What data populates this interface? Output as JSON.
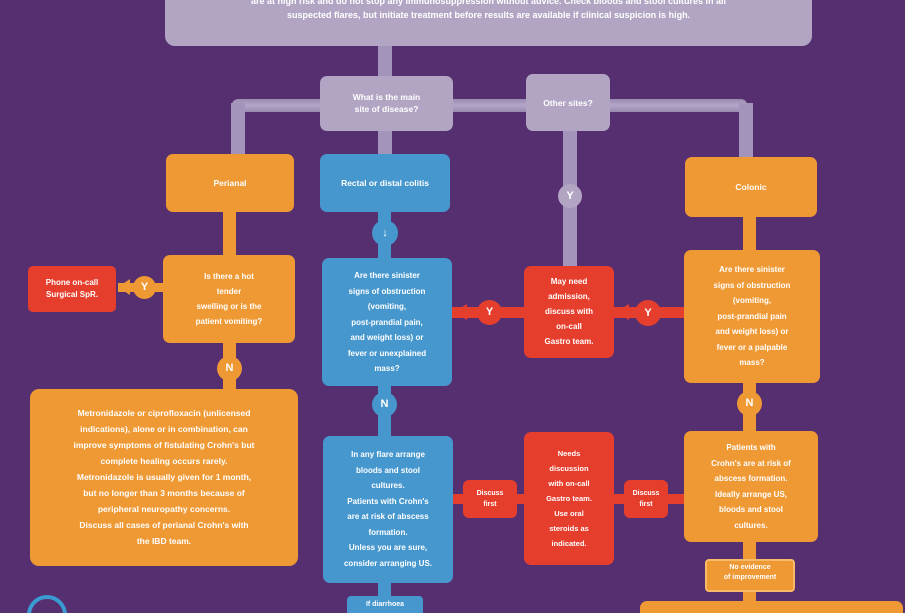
{
  "colors": {
    "background": "#562f70",
    "grey_node": "#b2a5c3",
    "connector": "#a294ba",
    "orange_node": "#ef9934",
    "blue_node": "#4697cd",
    "red_node": "#e63e2d"
  },
  "banner": {
    "text": "are at high risk and do not stop any immunosuppression without advice. Check bloods and stool cultures in all\nsuspected flares, but initiate treatment before results are available if clinical suspicion is high."
  },
  "nodes": {
    "q_site": "What is the main\nsite of disease?",
    "other_sites": "Other sites?",
    "perianal": "Perianal",
    "rectal": "Rectal or distal colitis",
    "colonic": "Colonic",
    "phone_surg": "Phone on-call\nSurgical SpR.",
    "q_perianal": "Is there a hot\ntender\nswelling or is the\npatient vomiting?",
    "q_rectal": "Are there sinister\nsigns of obstruction\n(vomiting,\npost-prandial pain,\nand weight loss) or\nfever or unexplained\nmass?",
    "admission": "May need\nadmission,\ndiscuss with\non-call\nGastro team.",
    "q_colonic": "Are there sinister\nsigns of obstruction\n(vomiting,\npost-prandial pain\nand weight loss) or\nfever or a palpable\nmass?",
    "perianal_tx": "Metronidazole or ciprofloxacin (unlicensed\nindications), alone or in combination, can\nimprove symptoms of fistulating Crohn's but\ncomplete healing occurs rarely.\nMetronidazole is usually given for 1 month,\nbut no longer than 3 months because of\nperipheral neuropathy concerns.\nDiscuss all cases of perianal Crohn's with\nthe IBD team.",
    "rectal_tx": "In any flare arrange\nbloods and stool\ncultures.\nPatients with Crohn's\nare at risk of abscess\nformation.\nUnless you are sure,\nconsider arranging US.",
    "gastro_needs": "Needs\ndiscussion\nwith on-call\nGastro team.\nUse oral\nsteroids as\nindicated.",
    "colonic_tx": "Patients with\nCrohn's are at risk of\nabscess formation.\nIdeally arrange US,\nbloods and stool\ncultures.",
    "pill_left": "Discuss\nfirst",
    "pill_right": "Discuss\nfirst",
    "bottom_blue": "If diarrhoea",
    "bottom_orange": "",
    "no_evidence": "No evidence\nof improvement"
  },
  "marks": {
    "other_yes": "Y",
    "rectal_arrow": "↓",
    "perianal_yes": "Y",
    "perianal_no": "N",
    "rectal_yes": "Y",
    "rectal_no": "N",
    "colonic_yes": "Y",
    "colonic_no": "N"
  }
}
